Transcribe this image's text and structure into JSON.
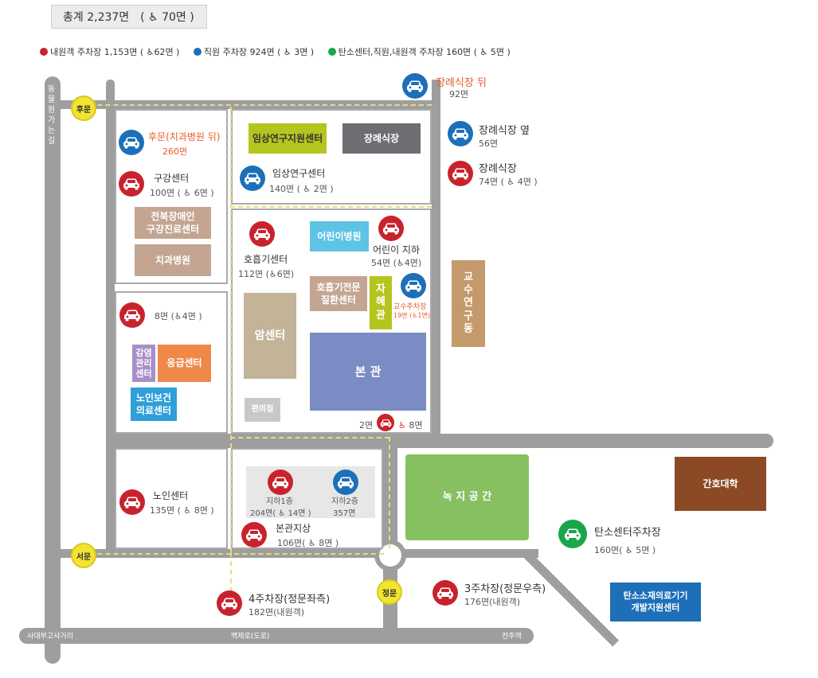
{
  "total": {
    "label": "총계 2,237면",
    "accessible": "( ♿ 70면 )"
  },
  "legend": [
    {
      "text": "내원객 주차장 1,153면 ( ♿62면 )",
      "color": "#c8232c"
    },
    {
      "text": "직원 주차장 924면 ( ♿ 3면 )",
      "color": "#1d6fb8"
    },
    {
      "text": "탄소센터,직원,내원객 주차장 160면 ( ♿ 5면 )",
      "color": "#1aa64a"
    }
  ],
  "colors": {
    "red": "#c8232c",
    "blue": "#1d6fb8",
    "green": "#1aa64a",
    "road": "#9e9e9e",
    "path": "#e8dc7a"
  },
  "roads": {
    "left": "동물원 가는길",
    "bottom_left": "사대부고사거리",
    "bottom_mid": "백제로(도로)",
    "bottom_right": "전주역"
  },
  "gates": {
    "back": "후문",
    "west": "서문",
    "main": "정문"
  },
  "buildings": {
    "clinical_support": "임상연구지원센터",
    "funeral": "장례식장",
    "jeonbuk_dental": "전북장애인\n구강진료센터",
    "dental": "치과병원",
    "children": "어린이병원",
    "respiratory_center": "호흡기전문\n질환센터",
    "jahye": "자\n혜\n관",
    "cancer": "암센터",
    "convenience": "편의점",
    "main": "본 관",
    "infection": "감염\n관리\n센터",
    "emergency": "응급센터",
    "elderly_care": "노인보건\n의료센터",
    "professor": "교\n수\n연\n구\n동",
    "green_space": "녹 지 공 간",
    "nursing": "간호대학",
    "carbon_dev": "탄소소재의료기기\n개발지원센터"
  },
  "parking": {
    "funeral_back": {
      "name": "장례식장 뒤",
      "count": "92면"
    },
    "funeral_side": {
      "name": "장례식장 옆",
      "count": "56면"
    },
    "funeral": {
      "name": "장례식장",
      "count": "74면 ( ♿ 4면 )"
    },
    "back_gate": {
      "name": "후문(치과병원 뒤)",
      "count": "260면"
    },
    "oral_center": {
      "name": "구강센터",
      "count": "100면 ( ♿ 6면 )"
    },
    "clinical_research": {
      "name": "임상연구센터",
      "count": "140면 ( ♿ 2면 )"
    },
    "respiratory": {
      "name": "호흡기센터",
      "count": "112면 (♿6면)"
    },
    "children_basement": {
      "name": "어린이 지하",
      "count": "54면 (♿4면)"
    },
    "professor": {
      "name": "교수주차장",
      "count": "19면 (♿1면)"
    },
    "emergency_lot": {
      "count": "8면  (♿4면 )"
    },
    "main_building": {
      "count_left": "2면",
      "count_right": "8면"
    },
    "elderly": {
      "name": "노인센터",
      "count": "135면 ( ♿ 8면 )"
    },
    "basement1": {
      "name": "지하1층",
      "count": "204면( ♿ 14면 )"
    },
    "basement2": {
      "name": "지하2층",
      "count": "357면"
    },
    "main_ground": {
      "name": "본관지상",
      "count": "106면( ♿ 8면 )"
    },
    "lot4": {
      "name": "4주차장(정문좌측)",
      "count": "182면(내원객)"
    },
    "lot3": {
      "name": "3주차장(정문우측)",
      "count": "176면(내원객)"
    },
    "carbon": {
      "name": "탄소센터주차장",
      "count": "160면( ♿ 5면 )"
    }
  }
}
